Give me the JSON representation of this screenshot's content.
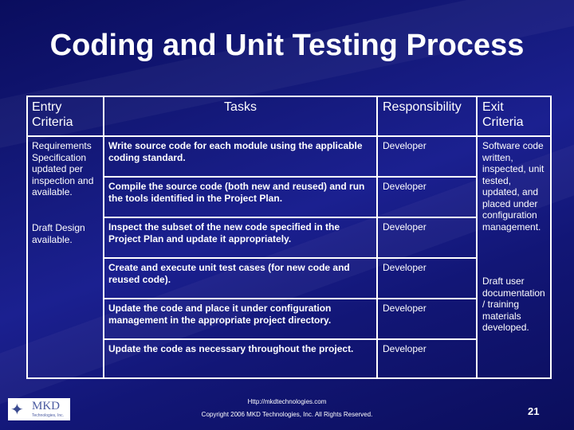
{
  "title": "Coding and Unit Testing Process",
  "table": {
    "headers": [
      "Entry Criteria",
      "Tasks",
      "Responsibility",
      "Exit Criteria"
    ],
    "entry_criteria": [
      "Requirements Specification updated per inspection and available.",
      "Draft Design available."
    ],
    "rows": [
      {
        "task": "Write source code for each module using the applicable coding standard.",
        "responsibility": "Developer"
      },
      {
        "task": "Compile the source code (both new and reused) and run the tools identified in the Project Plan.",
        "responsibility": "Developer"
      },
      {
        "task": "Inspect the subset of the new code specified in the Project Plan and update it appropriately.",
        "responsibility": "Developer"
      },
      {
        "task": "Create and execute unit test cases (for new code and reused code).",
        "responsibility": "Developer"
      },
      {
        "task": "Update the code and place it under configuration management in the appropriate project directory.",
        "responsibility": "Developer"
      },
      {
        "task": "Update the code as necessary throughout the project.",
        "responsibility": "Developer"
      }
    ],
    "exit_criteria": [
      "Software code written, inspected, unit tested, updated, and placed under configuration management.",
      "Draft user documentation / training materials developed."
    ]
  },
  "footer": {
    "url": "Http://mkdtechnologies.com",
    "copyright": "Copyright 2006 MKD Technologies, Inc. All Rights Reserved.",
    "page_number": "21",
    "logo_text": "MKD",
    "logo_subtext": "Technologies, Inc."
  }
}
